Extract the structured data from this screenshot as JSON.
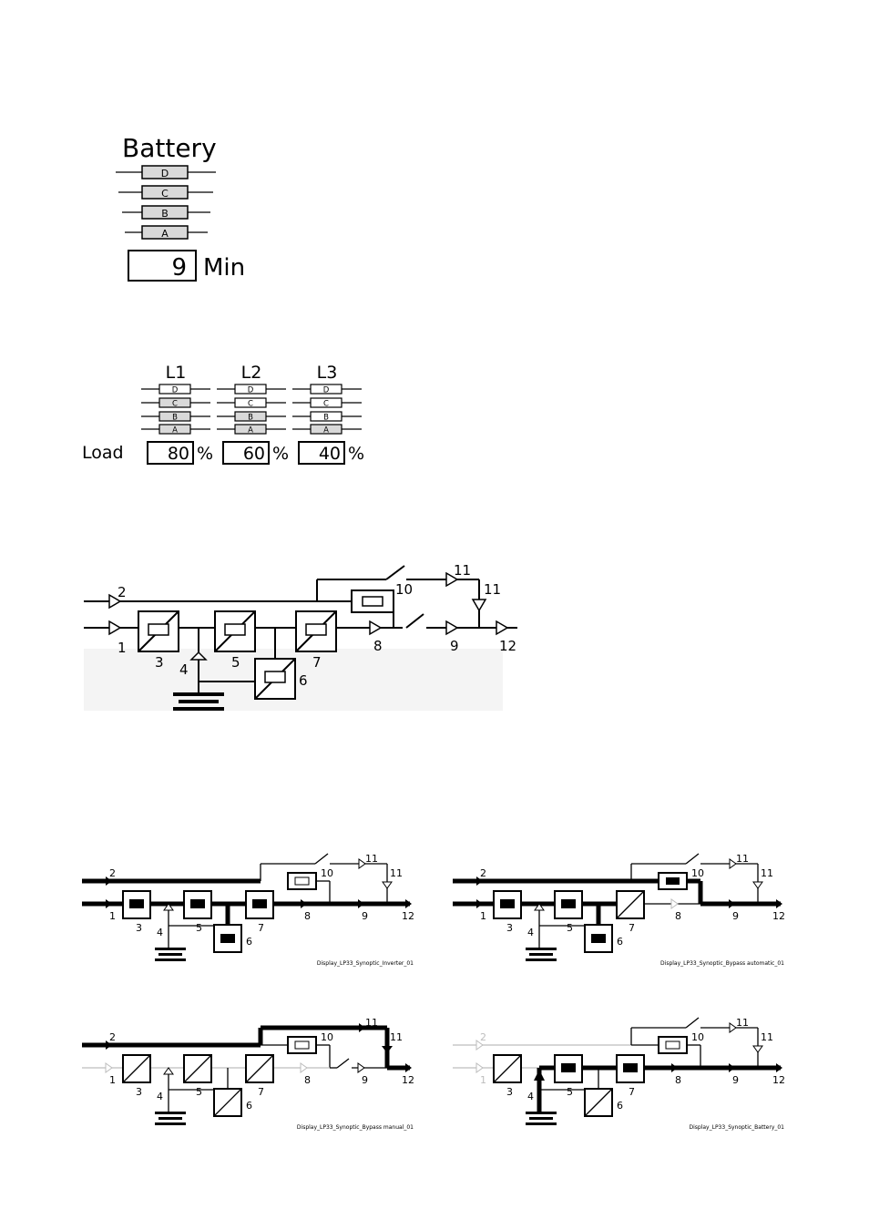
{
  "battery": {
    "title": "Battery",
    "segments": [
      "D",
      "C",
      "B",
      "A"
    ],
    "value": "9",
    "unit": "Min"
  },
  "load": {
    "label": "Load",
    "unit": "%",
    "phases": [
      {
        "name": "L1",
        "value": "80",
        "segments": [
          "D",
          "C",
          "B",
          "A"
        ]
      },
      {
        "name": "L2",
        "value": "60",
        "segments": [
          "D",
          "C",
          "B",
          "A"
        ]
      },
      {
        "name": "L3",
        "value": "40",
        "segments": [
          "D",
          "C",
          "B",
          "A"
        ]
      }
    ]
  },
  "synoptic": {
    "numbers": [
      "1",
      "2",
      "3",
      "4",
      "5",
      "6",
      "7",
      "8",
      "9",
      "10",
      "11",
      "11",
      "12"
    ]
  },
  "variants": [
    {
      "caption": "Display_LP33_Synoptic_Inverter_01"
    },
    {
      "caption": "Display_LP33_Synoptic_Bypass automatic_01"
    },
    {
      "caption": "Display_LP33_Synoptic_Bypass manual_01"
    },
    {
      "caption": "Display_LP33_Synoptic_Battery_01"
    }
  ],
  "colors": {
    "line": "#000000",
    "segment_fill": "#d9d9d9",
    "inactive": "#bdbdbd"
  }
}
